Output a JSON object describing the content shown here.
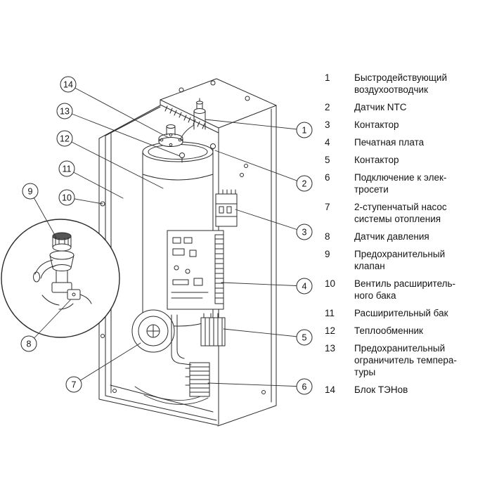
{
  "colors": {
    "line": "#2b2b2b",
    "background": "#ffffff"
  },
  "callouts": [
    {
      "label": "1"
    },
    {
      "label": "2"
    },
    {
      "label": "3"
    },
    {
      "label": "4"
    },
    {
      "label": "5"
    },
    {
      "label": "6"
    },
    {
      "label": "7"
    },
    {
      "label": "8"
    },
    {
      "label": "9"
    },
    {
      "label": "10"
    },
    {
      "label": "11"
    },
    {
      "label": "12"
    },
    {
      "label": "13"
    },
    {
      "label": "14"
    }
  ],
  "legend": {
    "items": [
      {
        "num": "1",
        "text": "Быстродействующий\nвоздухоотводчик"
      },
      {
        "num": "2",
        "text": "Датчик NTC"
      },
      {
        "num": "3",
        "text": "Контактор"
      },
      {
        "num": "4",
        "text": "Печатная плата"
      },
      {
        "num": "5",
        "text": "Контактор"
      },
      {
        "num": "6",
        "text": "Подключение к элек-\nтросети"
      },
      {
        "num": "7",
        "text": "2-ступенчатый насос\nсистемы отопления"
      },
      {
        "num": "8",
        "text": "Датчик давления"
      },
      {
        "num": "9",
        "text": "Предохранительный\nклапан"
      },
      {
        "num": "10",
        "text": "Вентиль расширитель-\nного бака"
      },
      {
        "num": "11",
        "text": "Расширительный бак"
      },
      {
        "num": "12",
        "text": "Теплообменник"
      },
      {
        "num": "13",
        "text": "Предохранительный\nограничитель темпера-\nтуры"
      },
      {
        "num": "14",
        "text": "Блок ТЭНов"
      }
    ]
  }
}
